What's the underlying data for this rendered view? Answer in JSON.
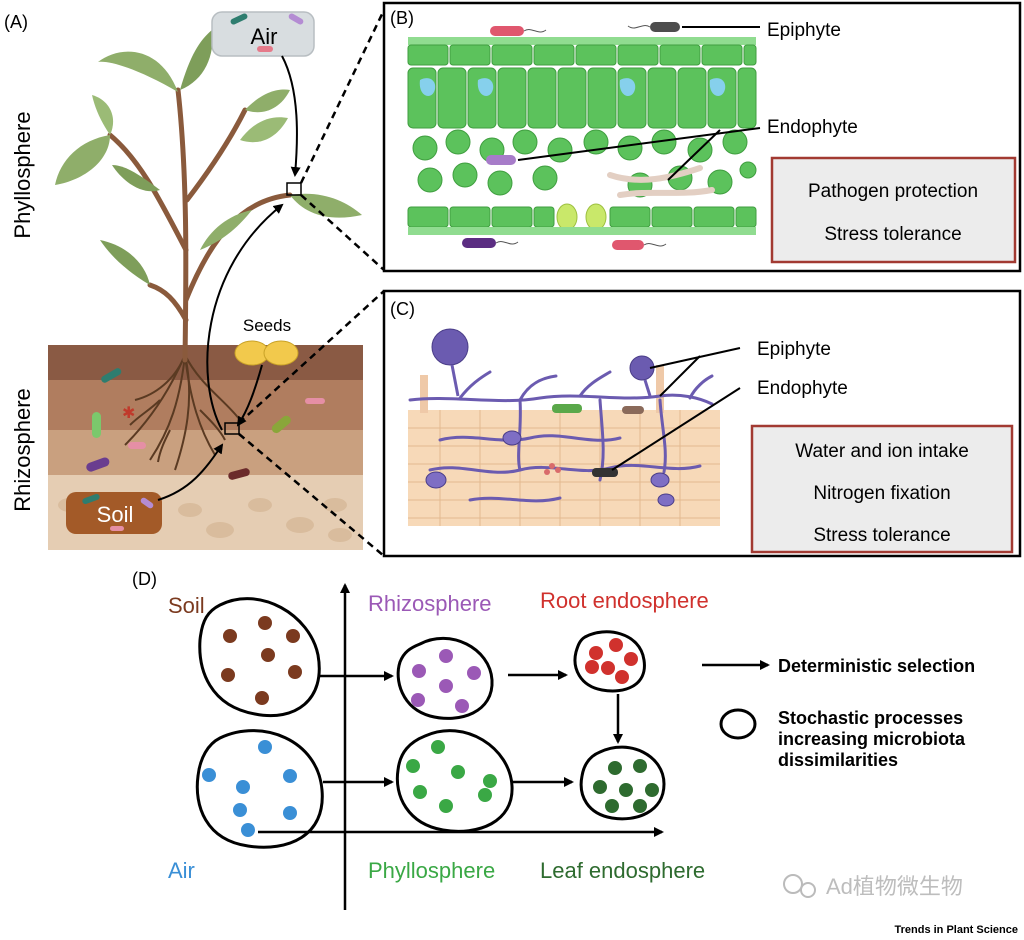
{
  "panels": {
    "a": {
      "label": "(A)",
      "air": "Air",
      "soil": "Soil",
      "seeds": "Seeds",
      "phyllosphere": "Phyllosphere",
      "rhizosphere": "Rhizosphere"
    },
    "b": {
      "label": "(B)",
      "epiphyte": "Epiphyte",
      "endophyte": "Endophyte",
      "benefits": [
        "Pathogen protection",
        "Stress tolerance"
      ]
    },
    "c": {
      "label": "(C)",
      "epiphyte": "Epiphyte",
      "endophyte": "Endophyte",
      "benefits": [
        "Water and ion intake",
        "Nitrogen fixation",
        "Stress tolerance"
      ]
    },
    "d": {
      "label": "(D)",
      "soil": "Soil",
      "rhizosphere": "Rhizosphere",
      "root_endosphere": "Root endosphere",
      "air": "Air",
      "phyllosphere": "Phyllosphere",
      "leaf_endosphere": "Leaf endosphere",
      "legend": {
        "arrow_label": "Deterministic selection",
        "ellipse_label": [
          "Stochastic processes",
          "increasing microbiota",
          "dissimilarities"
        ]
      }
    }
  },
  "colors": {
    "soil": "#7b3a1f",
    "rhizosphere": "#9b59b6",
    "root_endosphere": "#d0312d",
    "air": "#3a8fd6",
    "phyllosphere": "#3aa845",
    "leaf_endosphere": "#2e6b2f",
    "box_border": "#a23a32",
    "box_fill": "#ececec"
  },
  "watermark": "Ad植物微生物",
  "journal": "Trends in Plant Science"
}
